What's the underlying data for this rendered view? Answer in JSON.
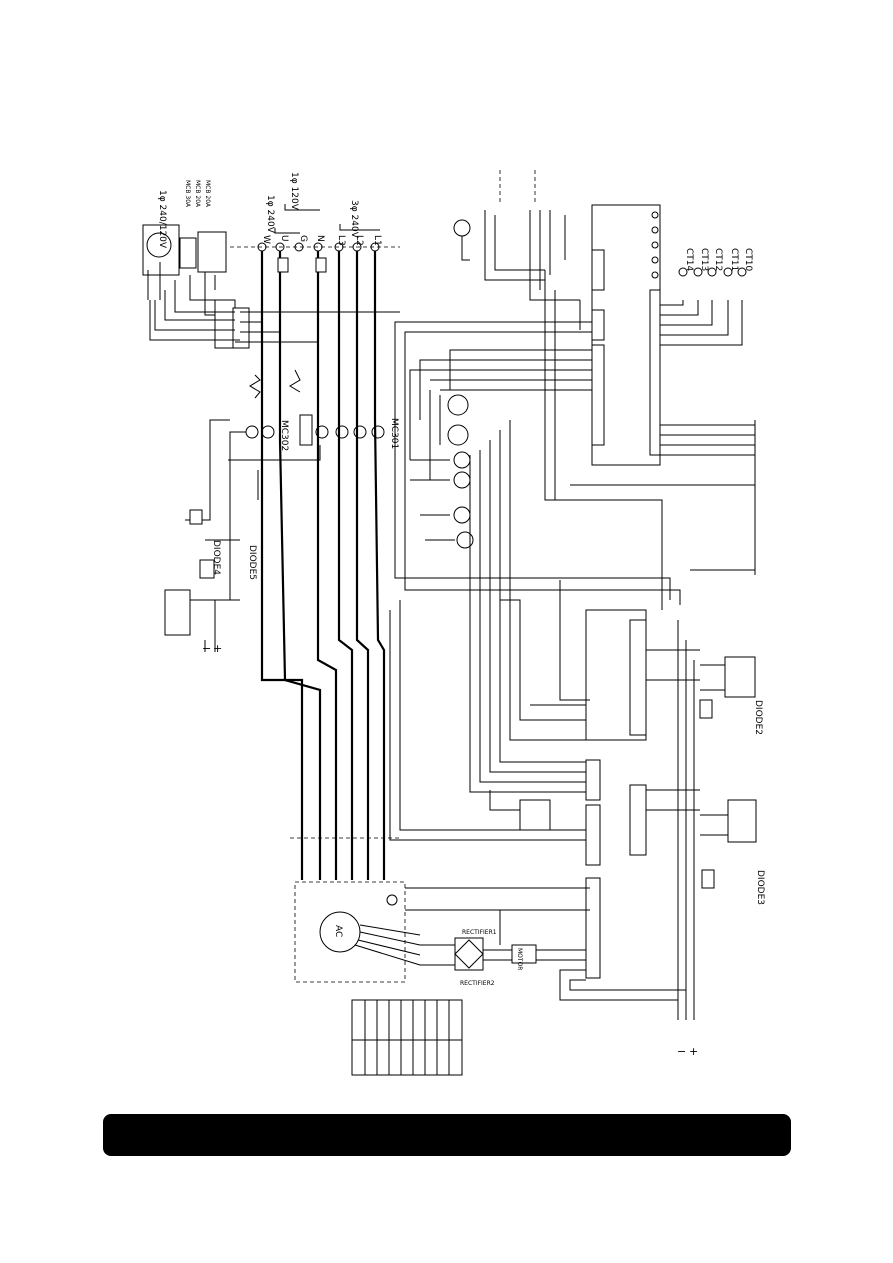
{
  "diagram": {
    "rotated_labels": {
      "supply_single_phase": "1φ 240/120V",
      "mcb_a": "MCB 30A",
      "mcb_b": "MCB 20A",
      "mcb_c": "MCB 20A",
      "single_phase_120": "1φ 120V",
      "single_phase_240": "1φ 240V",
      "three_phase_240": "3φ 240V",
      "three_phase_single": "1φ",
      "w_terminal": "W",
      "u_terminal": "U",
      "l3": "L3",
      "l2": "L2",
      "l1": "L1",
      "n": "N",
      "g": "G",
      "mc302": "MC302",
      "mc301": "MC301",
      "diode4": "DIODE4",
      "diode5": "DIODE5",
      "diode2": "DIODE2",
      "diode3": "DIODE3",
      "rectifier1": "RECTIFIER1",
      "rectifier2": "RECTIFIER2",
      "motor": "MOTOR",
      "generator": "AC",
      "ct10": "CT10",
      "ct11": "CT11",
      "ct12": "CT12",
      "ct13": "CT13",
      "ct14": "CT14",
      "plus": "+",
      "minus": "−"
    }
  }
}
